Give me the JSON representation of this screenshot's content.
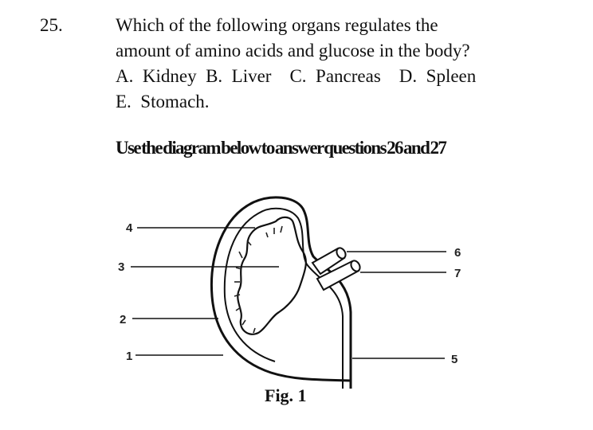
{
  "question": {
    "number": "25.",
    "lines": [
      "Which of the following organs regulates the",
      "amount of amino acids and glucose in the body?",
      "A.  Kidney  B.  Liver    C.  Pancreas    D.  Spleen",
      "E.  Stomach."
    ]
  },
  "instruction": "Use the diagram below to answer questions 26 and 27",
  "figure": {
    "labels": {
      "l1": "1",
      "l2": "2",
      "l3": "3",
      "l4": "4",
      "l5": "5",
      "l6": "6",
      "l7": "7"
    },
    "caption": "Fig. 1"
  }
}
